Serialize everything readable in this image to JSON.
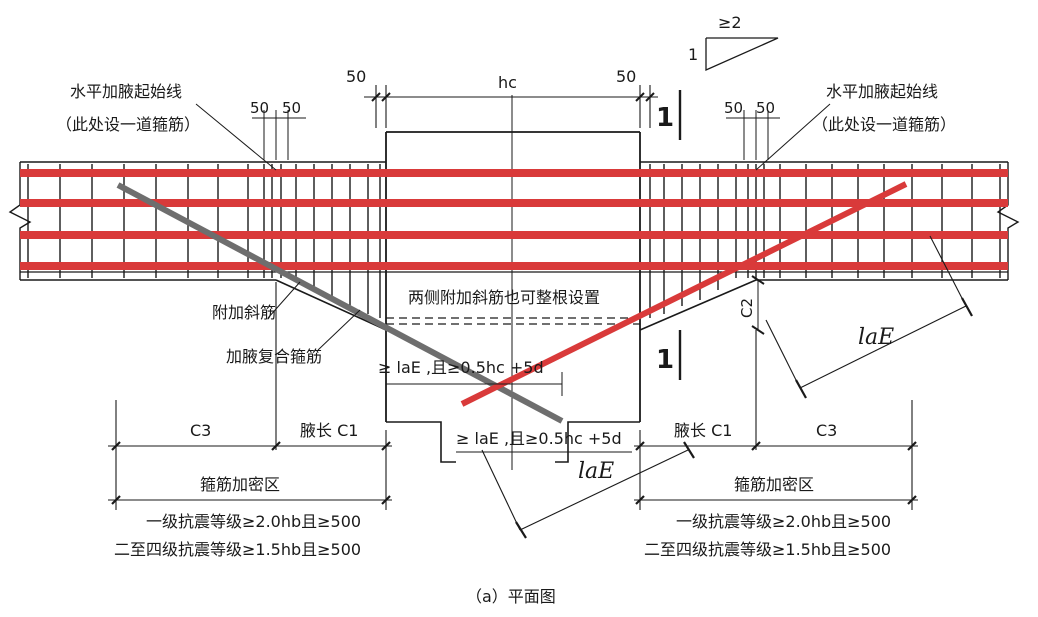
{
  "labels": {
    "slope_ge2": "≥2",
    "slope_1": "1",
    "dim_50_left": "50",
    "dim_hc": "hc",
    "dim_50_right": "50",
    "section_mark_top": "1",
    "section_mark_bottom": "1",
    "left_start_line": "水平加腋起始线",
    "left_start_note": "（此处设一道箍筋）",
    "right_start_line": "水平加腋起始线",
    "right_start_note": "（此处设一道箍筋）",
    "dim_50_a": "50",
    "dim_50_b": "50",
    "dim_50_c": "50",
    "dim_50_d": "50",
    "both_sides_note": "两侧附加斜筋也可整根设置",
    "extra_diagonal_bar": "附加斜筋",
    "haunch_stirrup": "加腋复合箍筋",
    "anchor_upper": "≥ laE ,且≥0.5hc +5d",
    "anchor_lower": "≥ laE ,且≥0.5hc +5d",
    "lae_right": "laE",
    "lae_bottom": "laE",
    "c2": "C2",
    "c3_left": "C3",
    "haunch_len_left": "腋长 C1",
    "haunch_len_right": "腋长 C1",
    "c3_right": "C3",
    "dense_zone_left": "箍筋加密区",
    "dense_zone_right": "箍筋加密区",
    "grade1_left": "一级抗震等级≥2.0hb且≥500",
    "grade2_left": "二至四级抗震等级≥1.5hb且≥500",
    "grade1_right": "一级抗震等级≥2.0hb且≥500",
    "grade2_right": "二至四级抗震等级≥1.5hb且≥500",
    "caption": "（a）平面图"
  },
  "colors": {
    "rebar_red": "#d93a3a",
    "line_black": "#1a1a1a",
    "grey_bar": "#6e6e6e"
  }
}
